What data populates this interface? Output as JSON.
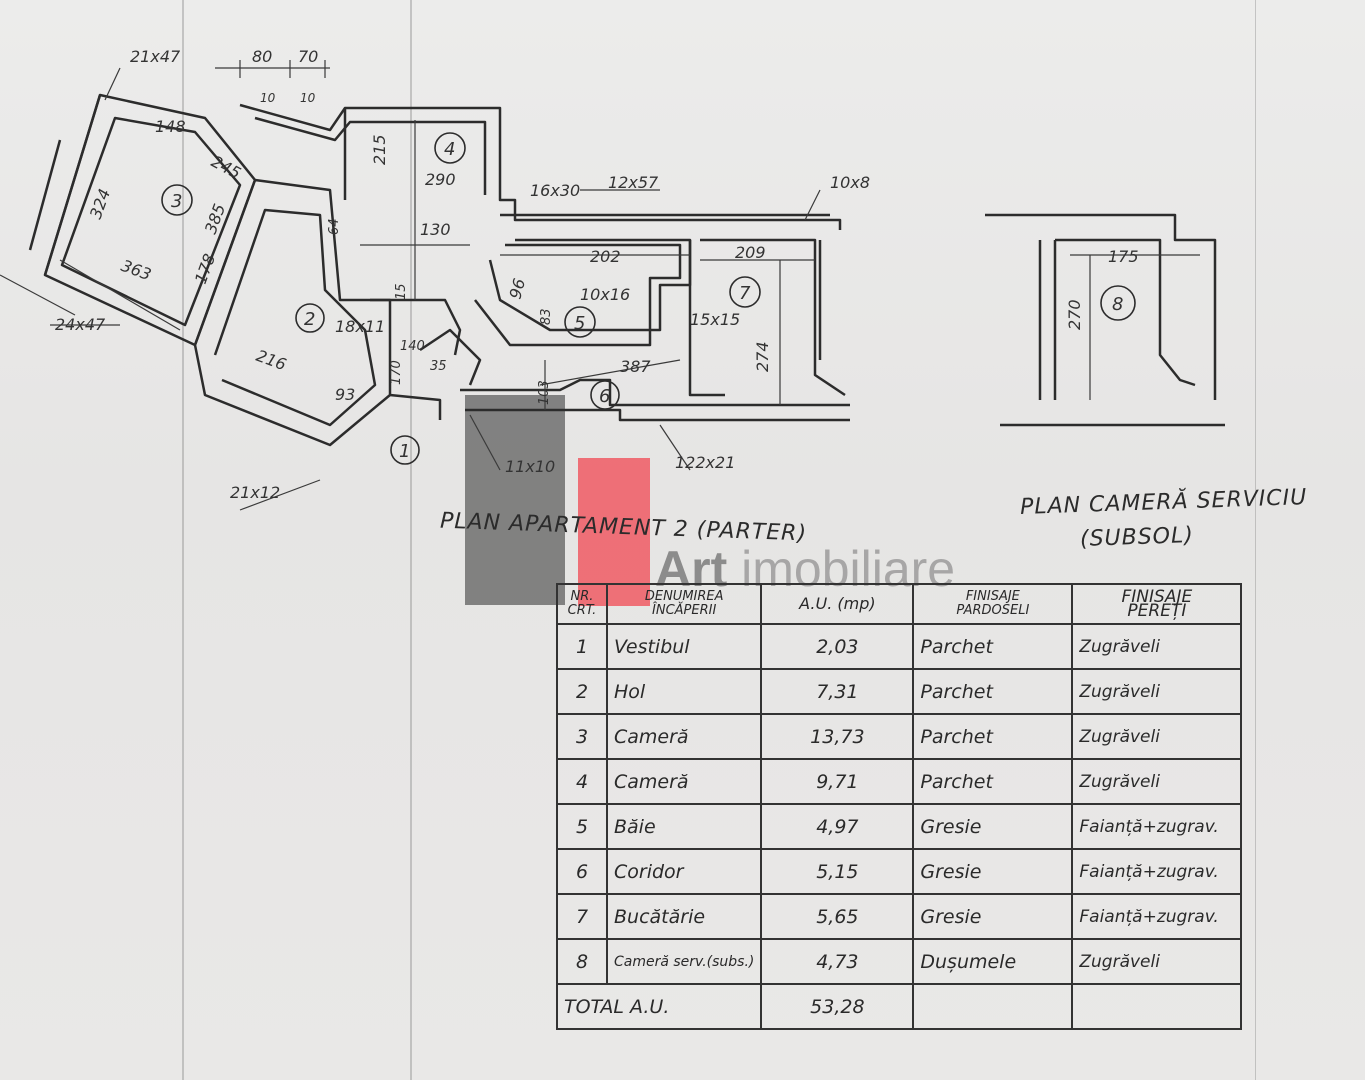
{
  "plan_title": "PLAN APARTAMENT 2 (PARTER)",
  "service_title_line1": "PLAN CAMERĂ SERVICIU",
  "service_title_line2": "(SUBSOL)",
  "watermark": {
    "art": "Art",
    "imobiliare": "imobiliare"
  },
  "dimensions": {
    "d1": "21x47",
    "d2": "80",
    "d3": "70",
    "d4": "10",
    "d5": "10",
    "d6": "148",
    "d7": "245",
    "d8": "324",
    "d9": "385",
    "d10": "363",
    "d11": "178",
    "d12": "24x47",
    "d13": "216",
    "d14": "93",
    "d15": "21x12",
    "d16": "215",
    "d17": "290",
    "d18": "130",
    "d19": "16x30",
    "d20": "12x57",
    "d21": "10x8",
    "d22": "202",
    "d23": "209",
    "d24": "96",
    "d25": "10x16",
    "d26": "15x15",
    "d27": "387",
    "d28": "274",
    "d29": "11x10",
    "d30": "122x21",
    "d31": "18x11",
    "d32": "170",
    "d33": "175",
    "d34": "270",
    "d35": "35",
    "d36": "15",
    "d37": "64",
    "d38": "140",
    "d39": "103",
    "d40": "83"
  },
  "room_markers": [
    "1",
    "2",
    "3",
    "4",
    "5",
    "6",
    "7",
    "8"
  ],
  "table": {
    "headers": {
      "nr_line1": "NR.",
      "nr_line2": "CRT.",
      "name_line1": "DENUMIREA",
      "name_line2": "ÎNCĂPERII",
      "area": "A.U. (mp)",
      "floor_line1": "FINISAJE",
      "floor_line2": "PARDOSELI",
      "wall_line1": "FINISAJE",
      "wall_line2": "PEREȚI"
    },
    "rows": [
      {
        "nr": "1",
        "name": "Vestibul",
        "area": "2,03",
        "floor": "Parchet",
        "wall": "Zugrăveli"
      },
      {
        "nr": "2",
        "name": "Hol",
        "area": "7,31",
        "floor": "Parchet",
        "wall": "Zugrăveli"
      },
      {
        "nr": "3",
        "name": "Cameră",
        "area": "13,73",
        "floor": "Parchet",
        "wall": "Zugrăveli"
      },
      {
        "nr": "4",
        "name": "Cameră",
        "area": "9,71",
        "floor": "Parchet",
        "wall": "Zugrăveli"
      },
      {
        "nr": "5",
        "name": "Băie",
        "area": "4,97",
        "floor": "Gresie",
        "wall": "Faianță+zugrav."
      },
      {
        "nr": "6",
        "name": "Coridor",
        "area": "5,15",
        "floor": "Gresie",
        "wall": "Faianță+zugrav."
      },
      {
        "nr": "7",
        "name": "Bucătărie",
        "area": "5,65",
        "floor": "Gresie",
        "wall": "Faianță+zugrav."
      },
      {
        "nr": "8",
        "name": "Cameră serv.(subs.)",
        "area": "4,73",
        "floor": "Dușumele",
        "wall": "Zugrăveli"
      }
    ],
    "total_label": "TOTAL A.U.",
    "total_value": "53,28"
  }
}
